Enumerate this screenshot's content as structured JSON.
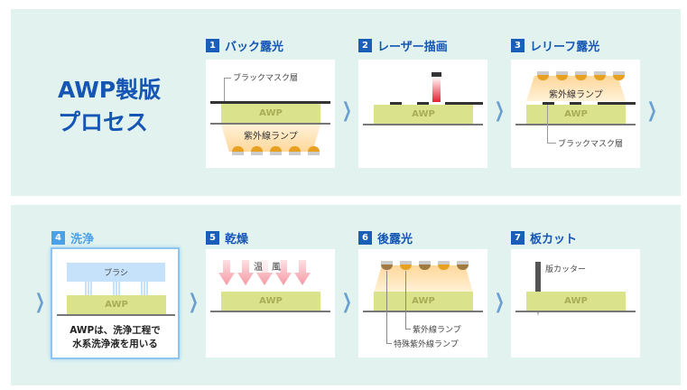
{
  "title": [
    "AWP製版",
    "プロセス"
  ],
  "steps": [
    {
      "num": "1",
      "label": "バック露光",
      "mask": "ブラックマスク層",
      "lamp": "紫外線ランプ",
      "awp": "AWP"
    },
    {
      "num": "2",
      "label": "レーザー描画",
      "awp": "AWP"
    },
    {
      "num": "3",
      "label": "レリーフ露光",
      "lamp": "紫外線ランプ",
      "mask": "ブラックマスク層",
      "awp": "AWP"
    },
    {
      "num": "4",
      "label": "洗浄",
      "brush": "ブラシ",
      "awp": "AWP",
      "note": [
        "AWPは、洗浄工程で",
        "水系洗浄液を用いる"
      ]
    },
    {
      "num": "5",
      "label": "乾燥",
      "wind": "温　風",
      "awp": "AWP"
    },
    {
      "num": "6",
      "label": "後露光",
      "lamp": "紫外線ランプ",
      "special": "特殊紫外線ランプ",
      "awp": "AWP"
    },
    {
      "num": "7",
      "label": "板カット",
      "cutter": "版カッター",
      "awp": "AWP"
    }
  ],
  "colors": {
    "accent": "#1556b4",
    "active": "#4aa1e6",
    "awp": "#dbe28c",
    "lamp": "#e8a020"
  }
}
